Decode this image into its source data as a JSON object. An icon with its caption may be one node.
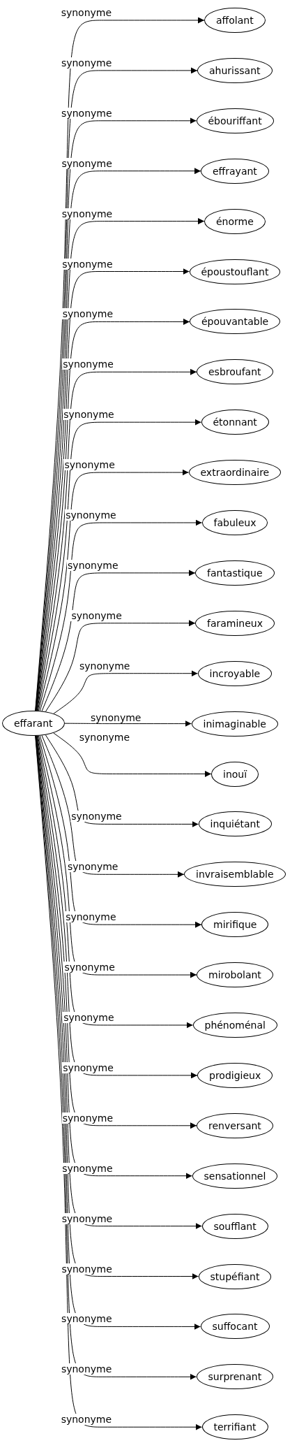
{
  "diagram": {
    "nodes": [
      {
        "text": [
          "effarant"
        ]
      },
      {
        "text": [
          "affolant"
        ]
      },
      {
        "text": [
          "ahurissant"
        ]
      },
      {
        "text": [
          "ébouriffant"
        ]
      },
      {
        "text": [
          "effrayant"
        ]
      },
      {
        "text": [
          "énorme"
        ]
      },
      {
        "text": [
          "époustouflant"
        ]
      },
      {
        "text": [
          "épouvantable"
        ]
      },
      {
        "text": [
          "esbroufant"
        ]
      },
      {
        "text": [
          "étonnant"
        ]
      },
      {
        "text": [
          "extraordinaire"
        ]
      },
      {
        "text": [
          "fabuleux"
        ]
      },
      {
        "text": [
          "fantastique"
        ]
      },
      {
        "text": [
          "faramineux"
        ]
      },
      {
        "text": [
          "incroyable"
        ]
      },
      {
        "text": [
          "inimaginable"
        ]
      },
      {
        "text": [
          "inouï"
        ]
      },
      {
        "text": [
          "inquiétant"
        ]
      },
      {
        "text": [
          "invraisemblable"
        ]
      },
      {
        "text": [
          "mirifique"
        ]
      },
      {
        "text": [
          "mirobolant"
        ]
      },
      {
        "text": [
          "phénoménal"
        ]
      },
      {
        "text": [
          "prodigieux"
        ]
      },
      {
        "text": [
          "renversant"
        ]
      },
      {
        "text": [
          "sensationnel"
        ]
      },
      {
        "text": [
          "soufflant"
        ]
      },
      {
        "text": [
          "stupéfiant"
        ]
      },
      {
        "text": [
          "suffocant"
        ]
      },
      {
        "text": [
          "surprenant"
        ]
      },
      {
        "text": [
          "terrifiant"
        ]
      }
    ],
    "edges": [
      {
        "from": 0,
        "to": 1,
        "arrow": "to",
        "label": "synonyme"
      },
      {
        "from": 0,
        "to": 2,
        "arrow": "to",
        "label": "synonyme"
      },
      {
        "from": 0,
        "to": 3,
        "arrow": "to",
        "label": "synonyme"
      },
      {
        "from": 0,
        "to": 4,
        "arrow": "to",
        "label": "synonyme"
      },
      {
        "from": 0,
        "to": 5,
        "arrow": "to",
        "label": "synonyme"
      },
      {
        "from": 0,
        "to": 6,
        "arrow": "to",
        "label": "synonyme"
      },
      {
        "from": 0,
        "to": 7,
        "arrow": "to",
        "label": "synonyme"
      },
      {
        "from": 0,
        "to": 8,
        "arrow": "to",
        "label": "synonyme"
      },
      {
        "from": 0,
        "to": 9,
        "arrow": "to",
        "label": "synonyme"
      },
      {
        "from": 0,
        "to": 10,
        "arrow": "to",
        "label": "synonyme"
      },
      {
        "from": 0,
        "to": 11,
        "arrow": "to",
        "label": "synonyme"
      },
      {
        "from": 0,
        "to": 12,
        "arrow": "to",
        "label": "synonyme"
      },
      {
        "from": 0,
        "to": 13,
        "arrow": "to",
        "label": "synonyme"
      },
      {
        "from": 0,
        "to": 14,
        "arrow": "to",
        "label": "synonyme"
      },
      {
        "from": 0,
        "to": 15,
        "arrow": "to",
        "label": "synonyme"
      },
      {
        "from": 0,
        "to": 16,
        "arrow": "to",
        "label": "synonyme"
      },
      {
        "from": 0,
        "to": 17,
        "arrow": "to",
        "label": "synonyme"
      },
      {
        "from": 0,
        "to": 18,
        "arrow": "to",
        "label": "synonyme"
      },
      {
        "from": 0,
        "to": 19,
        "arrow": "to",
        "label": "synonyme"
      },
      {
        "from": 0,
        "to": 20,
        "arrow": "to",
        "label": "synonyme"
      },
      {
        "from": 0,
        "to": 21,
        "arrow": "to",
        "label": "synonyme"
      },
      {
        "from": 0,
        "to": 22,
        "arrow": "to",
        "label": "synonyme"
      },
      {
        "from": 0,
        "to": 23,
        "arrow": "to",
        "label": "synonyme"
      },
      {
        "from": 0,
        "to": 24,
        "arrow": "to",
        "label": "synonyme"
      },
      {
        "from": 0,
        "to": 25,
        "arrow": "to",
        "label": "synonyme"
      },
      {
        "from": 0,
        "to": 26,
        "arrow": "to",
        "label": "synonyme"
      },
      {
        "from": 0,
        "to": 27,
        "arrow": "to",
        "label": "synonyme"
      },
      {
        "from": 0,
        "to": 28,
        "arrow": "to",
        "label": "synonyme"
      },
      {
        "from": 0,
        "to": 29,
        "arrow": "to",
        "label": "synonyme"
      }
    ]
  }
}
